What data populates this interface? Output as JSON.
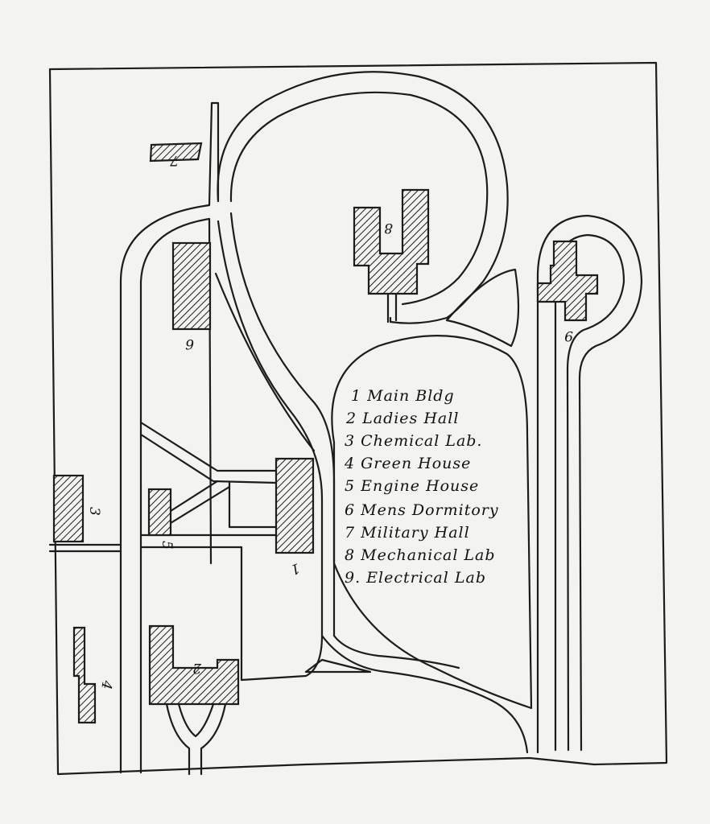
{
  "legend": [
    {
      "num": "1",
      "name": "Main Bldg"
    },
    {
      "num": "2",
      "name": "Ladies Hall"
    },
    {
      "num": "3",
      "name": "Chemical Lab."
    },
    {
      "num": "4",
      "name": "Green House"
    },
    {
      "num": "5",
      "name": "Engine House"
    },
    {
      "num": "6",
      "name": "Mens Dormitory"
    },
    {
      "num": "7",
      "name": "Military Hall"
    },
    {
      "num": "8",
      "name": "Mechanical Lab"
    },
    {
      "num": "9",
      "name": "Electrical Lab"
    }
  ],
  "legend_text": [
    "1 Main Bldg",
    "2 Ladies Hall",
    "3 Chemical Lab.",
    "4 Green House",
    "5 Engine House",
    "6 Mens Dormitory",
    "7 Military Hall",
    "8 Mechanical Lab",
    "9. Electrical Lab"
  ],
  "building_numbers": {
    "b1": "1",
    "b2": "2",
    "b3": "3",
    "b4": "4",
    "b5": "5",
    "b6": "6",
    "b7": "7",
    "b8": "8",
    "b9": "9"
  },
  "colors": {
    "ink": "#1c1c1c",
    "paper": "#f3f3f1"
  }
}
